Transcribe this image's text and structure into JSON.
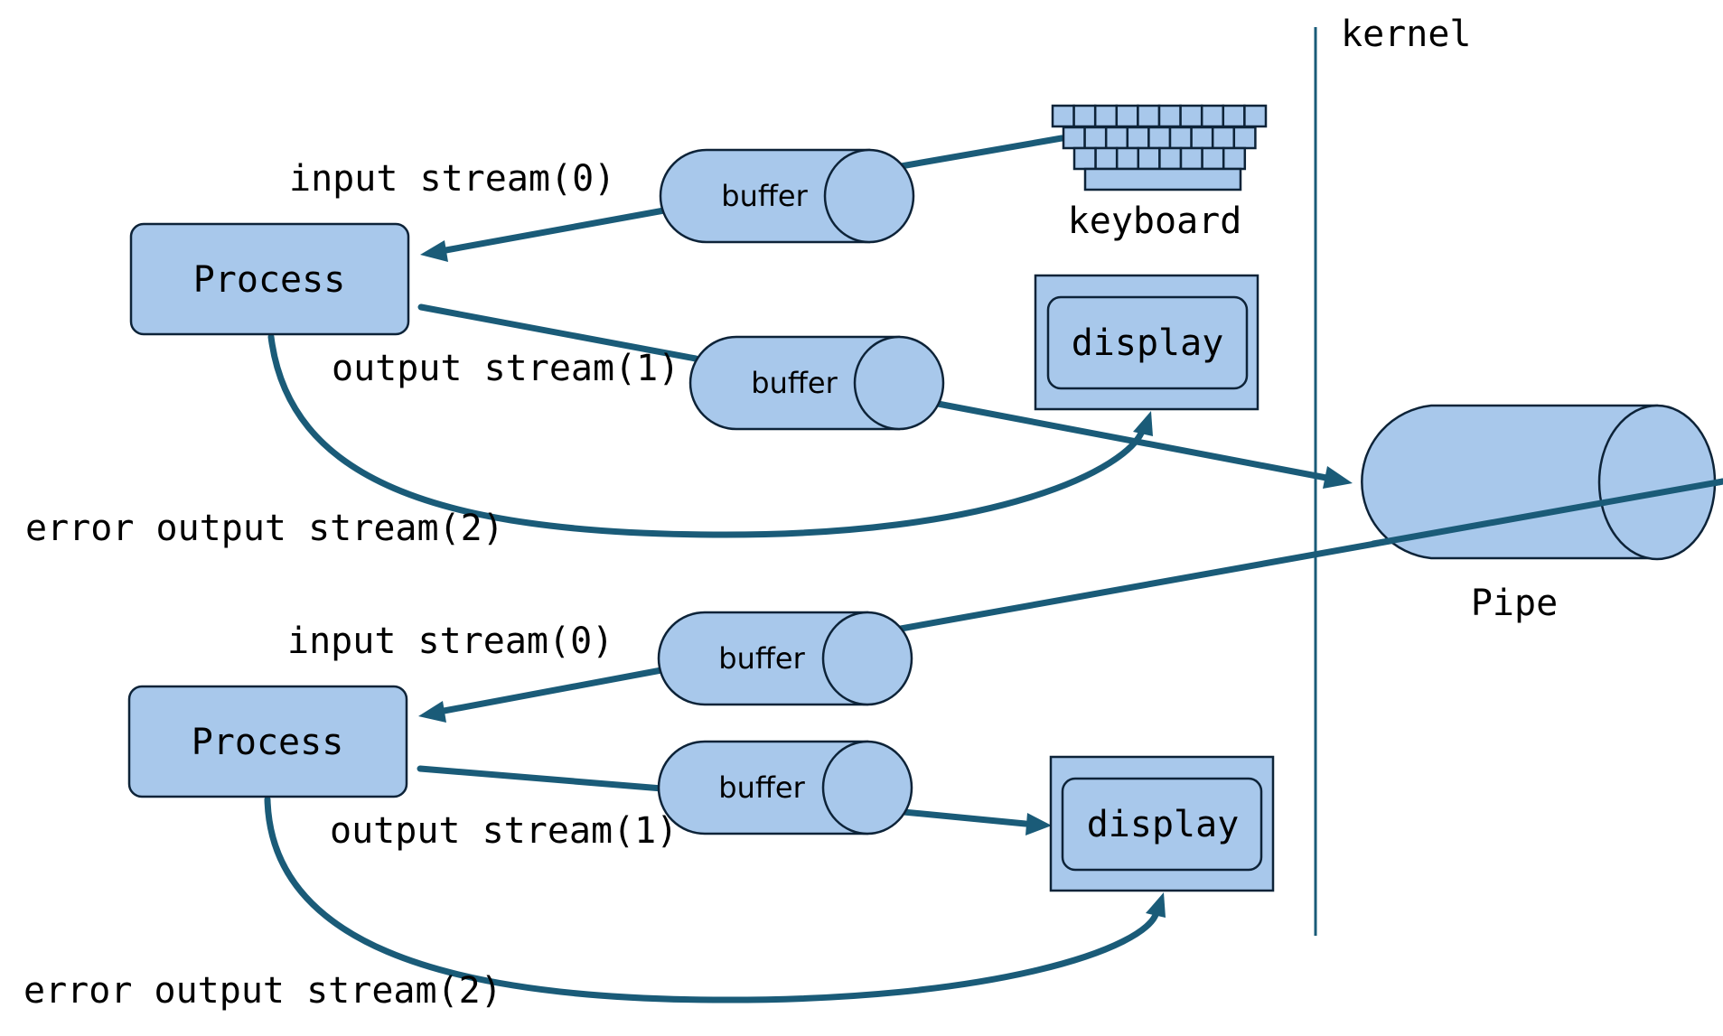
{
  "kernel_label": "kernel",
  "pipe_label": "Pipe",
  "keyboard_label": "keyboard",
  "process_1": {
    "label": "Process",
    "input_label": "input stream(0)",
    "output_label": "output stream(1)",
    "error_label": "error output stream(2)",
    "input_buffer": "buffer",
    "output_buffer": "buffer",
    "display": "display"
  },
  "process_2": {
    "label": "Process",
    "input_label": "input stream(0)",
    "output_label": "output stream(1)",
    "error_label": "error output stream(2)",
    "input_buffer": "buffer",
    "output_buffer": "buffer",
    "display": "display"
  },
  "colors": {
    "shape_fill": "#a8c8eb",
    "shape_stroke": "#0d2338",
    "flow": "#1a5b78"
  }
}
